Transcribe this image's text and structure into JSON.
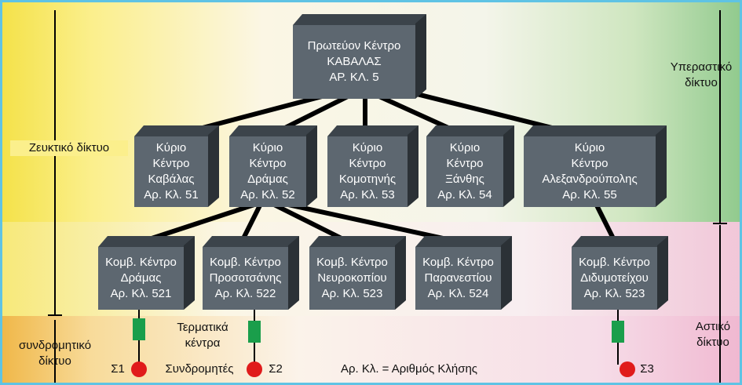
{
  "top_center": {
    "lines": [
      "Πρωτεύον Κέντρο",
      "ΚΑΒΑΛΑΣ",
      "ΑΡ. ΚΛ. 5"
    ]
  },
  "main_centers": [
    {
      "lines": [
        "Κύριο",
        "Κέντρο",
        "Καβάλας",
        "Αρ. Κλ. 51"
      ]
    },
    {
      "lines": [
        "Κύριο",
        "Κέντρο",
        "Δράμας",
        "Αρ. Κλ. 52"
      ]
    },
    {
      "lines": [
        "Κύριο",
        "Κέντρο",
        "Κομοτηνής",
        "Αρ. Κλ. 53"
      ]
    },
    {
      "lines": [
        "Κύριο",
        "Κέντρο",
        "Ξάνθης",
        "Αρ. Κλ. 54"
      ]
    },
    {
      "lines": [
        "Κύριο",
        "Κέντρο",
        "Αλεξανδρούπολης",
        "Αρ. Κλ. 55"
      ]
    }
  ],
  "node_centers": [
    {
      "lines": [
        "Κομβ. Κέντρο",
        "Δράμας",
        "Αρ. Κλ. 521"
      ]
    },
    {
      "lines": [
        "Κομβ. Κέντρο",
        "Προσοτσάνης",
        "Αρ. Κλ. 522"
      ]
    },
    {
      "lines": [
        "Κομβ. Κέντρο",
        "Νευροκοπίου",
        "Αρ. Κλ. 523"
      ]
    },
    {
      "lines": [
        "Κομβ. Κέντρο",
        "Παρανεστίου",
        "Αρ. Κλ. 524"
      ]
    },
    {
      "lines": [
        "Κομβ. Κέντρο",
        "Διδυμοτείχου",
        "Αρ. Κλ. 523"
      ]
    }
  ],
  "labels": {
    "junction_network": "Ζευκτικό δίκτυο",
    "subscriber_network_1": "συνδρομητικό",
    "subscriber_network_2": "δίκτυο",
    "interurban_1": "Υπεραστικό",
    "interurban_2": "δίκτυο",
    "urban_1": "Αστικό",
    "urban_2": "δίκτυο",
    "terminal_1": "Τερματικά",
    "terminal_2": "κέντρα",
    "subscribers": "Συνδρομητές",
    "s1": "Σ1",
    "s2": "Σ2",
    "s3": "Σ3",
    "legend": "Αρ. Κλ. = Αριθμός Κλήσης"
  },
  "colors": {
    "box_front": "#5d6770",
    "terminal": "#1a9e4b",
    "subscriber": "#e01b1b",
    "border": "#5fc3e4"
  }
}
